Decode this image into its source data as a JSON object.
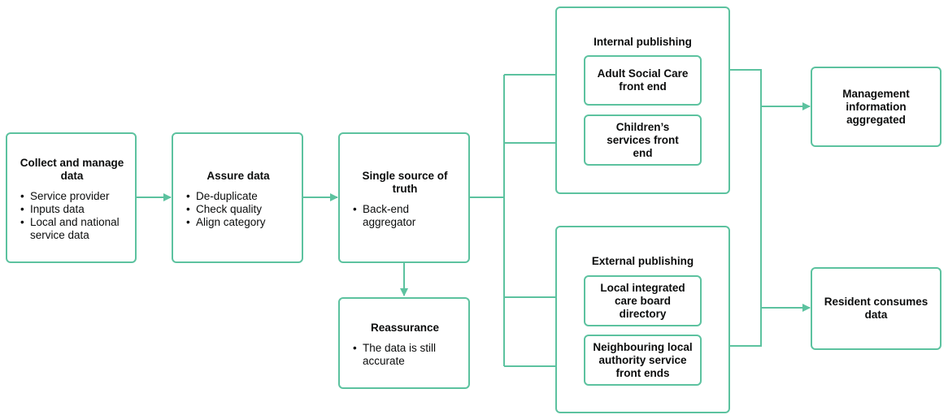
{
  "colors": {
    "accent": "#5cc29f",
    "text": "#0b0c0c"
  },
  "collect": {
    "title": "Collect and manage data",
    "items": [
      "Service provider",
      "Inputs data",
      "Local and national service data"
    ]
  },
  "assure": {
    "title": "Assure data",
    "items": [
      "De-duplicate",
      "Check quality",
      "Align category"
    ]
  },
  "truth": {
    "title": "Single source of truth",
    "items": [
      "Back-end aggregator"
    ]
  },
  "reassurance": {
    "title": "Reassurance",
    "items": [
      "The data is still accurate"
    ]
  },
  "internal": {
    "title": "Internal publishing",
    "adult": "Adult Social Care front end",
    "children": "Children’s services front end"
  },
  "external": {
    "title": "External publishing",
    "icb": "Local integrated care board directory",
    "neighbouring": "Neighbouring local authority service front ends"
  },
  "management": {
    "title": "Management information aggregated"
  },
  "resident": {
    "title": "Resident consumes data"
  }
}
